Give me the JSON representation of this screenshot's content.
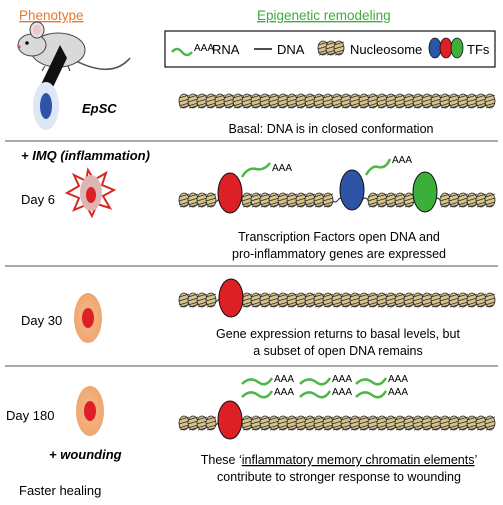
{
  "headers": {
    "phenotype": "Phenotype",
    "epigenetic": "Epigenetic remodeling"
  },
  "legend": {
    "rna_tail": "AAA",
    "rna": "RNA",
    "dna": "DNA",
    "nucleosome": "Nucleosome",
    "tfs": "TFs"
  },
  "colors": {
    "header_phenotype": "#e8782a",
    "header_epigenetic": "#3aae3a",
    "tf_red": "#dd1f26",
    "tf_blue": "#2e54a8",
    "tf_green": "#3cae3a",
    "rna": "#4cb848",
    "nucleosome": "#c2aa6a"
  },
  "rows": [
    {
      "cell_label": "EpSC",
      "caption": [
        "Basal: DNA is in closed conformation"
      ]
    },
    {
      "treatment": "+ IMQ (inflammation)",
      "day": "Day 6",
      "rna_tail": "AAA",
      "caption": [
        "Transcription Factors open DNA and",
        "pro-inflammatory genes are expressed"
      ]
    },
    {
      "day": "Day 30",
      "caption": [
        "Gene expression returns to basal levels, but",
        "a subset of open DNA remains"
      ]
    },
    {
      "day": "Day 180",
      "treatment": "+ wounding",
      "outcome": "Faster healing",
      "rna_tail": "AAA",
      "caption_pre": "These ‘",
      "caption_term": "inflammatory memory chromatin elements",
      "caption_post": "’",
      "caption_line2": "contribute to stronger response to wounding"
    }
  ]
}
